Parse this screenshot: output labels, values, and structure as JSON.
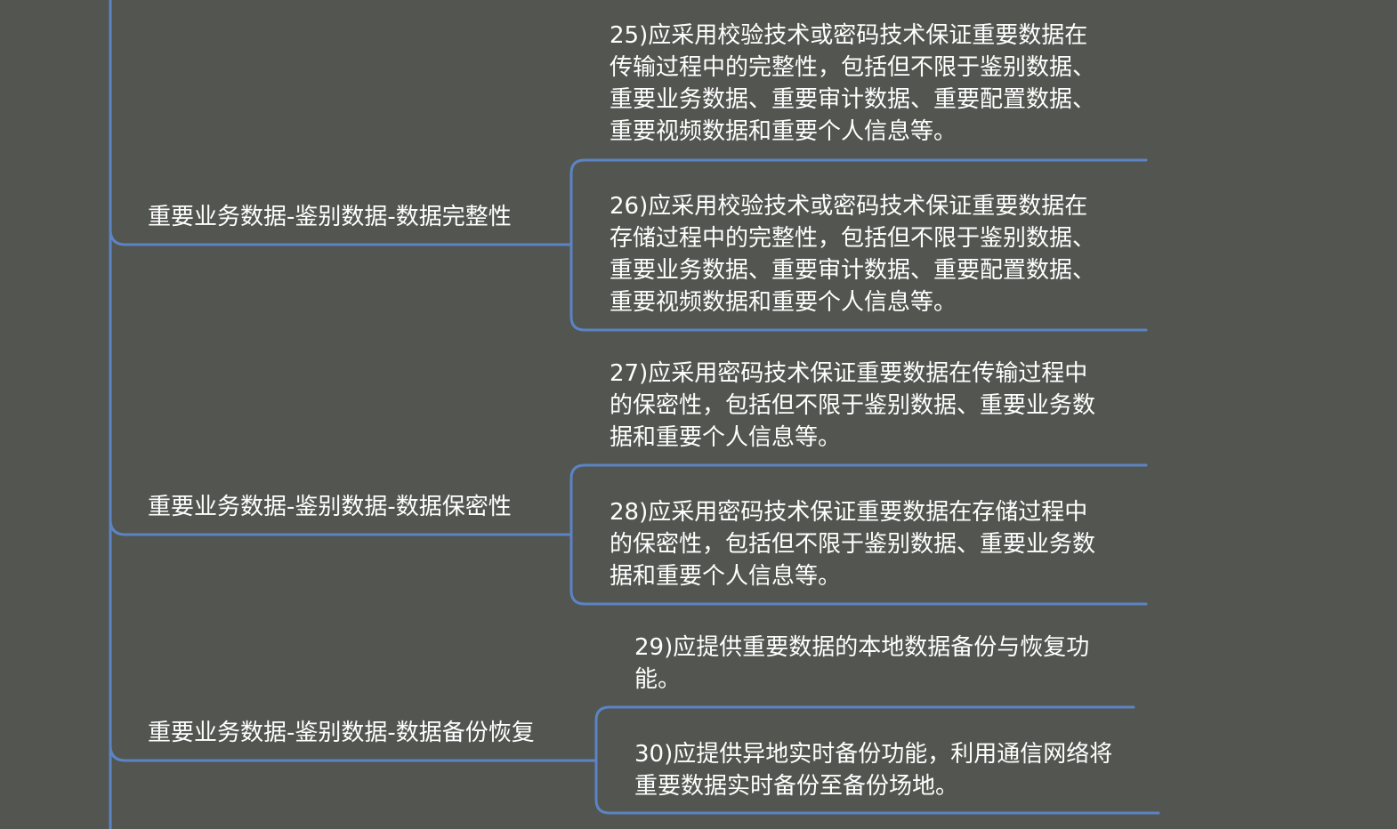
{
  "colors": {
    "background": "#535550",
    "connector": "#5b84c4",
    "text": "#ffffff"
  },
  "branches": [
    {
      "label": "重要业务数据-鉴别数据-数据完整性",
      "leaves": [
        "25)应采用校验技术或密码技术保证重要数据在\n传输过程中的完整性，包括但不限于鉴别数据、\n重要业务数据、重要审计数据、重要配置数据、\n重要视频数据和重要个人信息等。",
        "26)应采用校验技术或密码技术保证重要数据在\n存储过程中的完整性，包括但不限于鉴别数据、\n重要业务数据、重要审计数据、重要配置数据、\n重要视频数据和重要个人信息等。"
      ]
    },
    {
      "label": "重要业务数据-鉴别数据-数据保密性",
      "leaves": [
        "27)应采用密码技术保证重要数据在传输过程中\n的保密性，包括但不限于鉴别数据、重要业务数\n据和重要个人信息等。",
        "28)应采用密码技术保证重要数据在存储过程中\n的保密性，包括但不限于鉴别数据、重要业务数\n据和重要个人信息等。"
      ]
    },
    {
      "label": "重要业务数据-鉴别数据-数据备份恢复",
      "leaves": [
        "29)应提供重要数据的本地数据备份与恢复功\n能。",
        "30)应提供异地实时备份功能，利用通信网络将\n重要数据实时备份至备份场地。"
      ]
    }
  ]
}
